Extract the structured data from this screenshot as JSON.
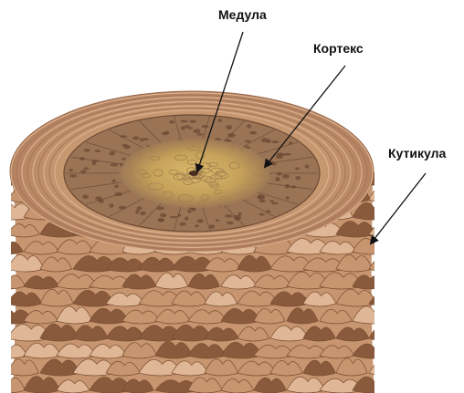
{
  "labels": {
    "medulla": "Медула",
    "cortex": "Кортекс",
    "cuticle": "Кутикула"
  },
  "colors": {
    "cuticle_base": "#c7956f",
    "cuticle_dark": "#8a5a3c",
    "cuticle_light": "#dfb796",
    "cortex_base": "#9b7456",
    "cortex_cell": "#6e4a34",
    "medulla_core": "#d8b867",
    "arrow": "#111111"
  }
}
